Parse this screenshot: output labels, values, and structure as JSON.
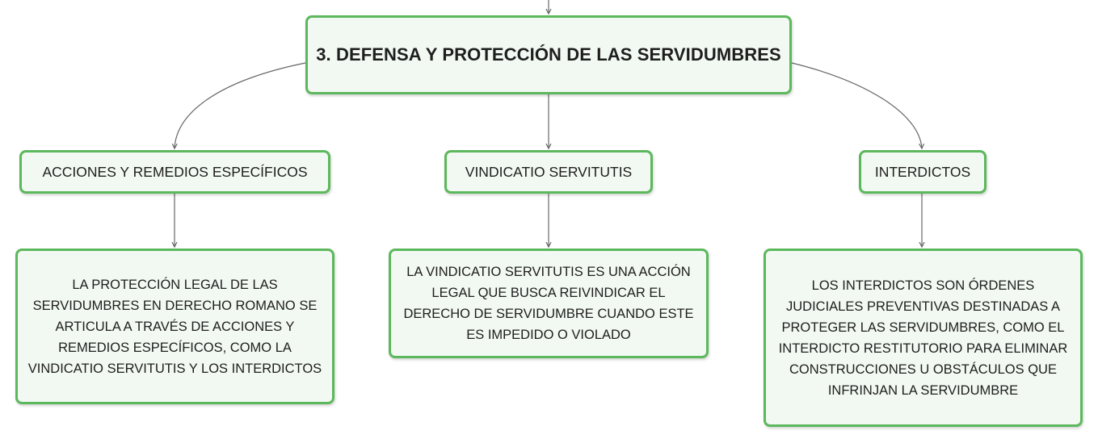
{
  "root": {
    "title": "3. DEFENSA Y PROTECCIÓN DE LAS SERVIDUMBRES"
  },
  "branches": [
    {
      "label": "ACCIONES Y REMEDIOS ESPECÍFICOS",
      "description": "LA PROTECCIÓN LEGAL DE LAS SERVIDUMBRES EN DERECHO ROMANO SE ARTICULA A TRAVÉS DE ACCIONES Y REMEDIOS ESPECÍFICOS, COMO LA VINDICATIO SERVITUTIS Y LOS INTERDICTOS"
    },
    {
      "label": "VINDICATIO SERVITUTIS",
      "description": "LA VINDICATIO SERVITUTIS ES UNA ACCIÓN LEGAL QUE BUSCA REIVINDICAR EL DERECHO DE SERVIDUMBRE CUANDO ESTE ES IMPEDIDO O VIOLADO"
    },
    {
      "label": "INTERDICTOS",
      "description": "LOS INTERDICTOS SON ÓRDENES JUDICIALES PREVENTIVAS DESTINADAS A PROTEGER LAS SERVIDUMBRES, COMO EL INTERDICTO RESTITUTORIO PARA ELIMINAR CONSTRUCCIONES U OBSTÁCULOS QUE INFRINJAN LA SERVIDUMBRE"
    }
  ],
  "colors": {
    "node_border": "#5cb85c",
    "node_fill": "#f2f9f2",
    "connector": "#666666",
    "text": "#1e1e1e"
  }
}
